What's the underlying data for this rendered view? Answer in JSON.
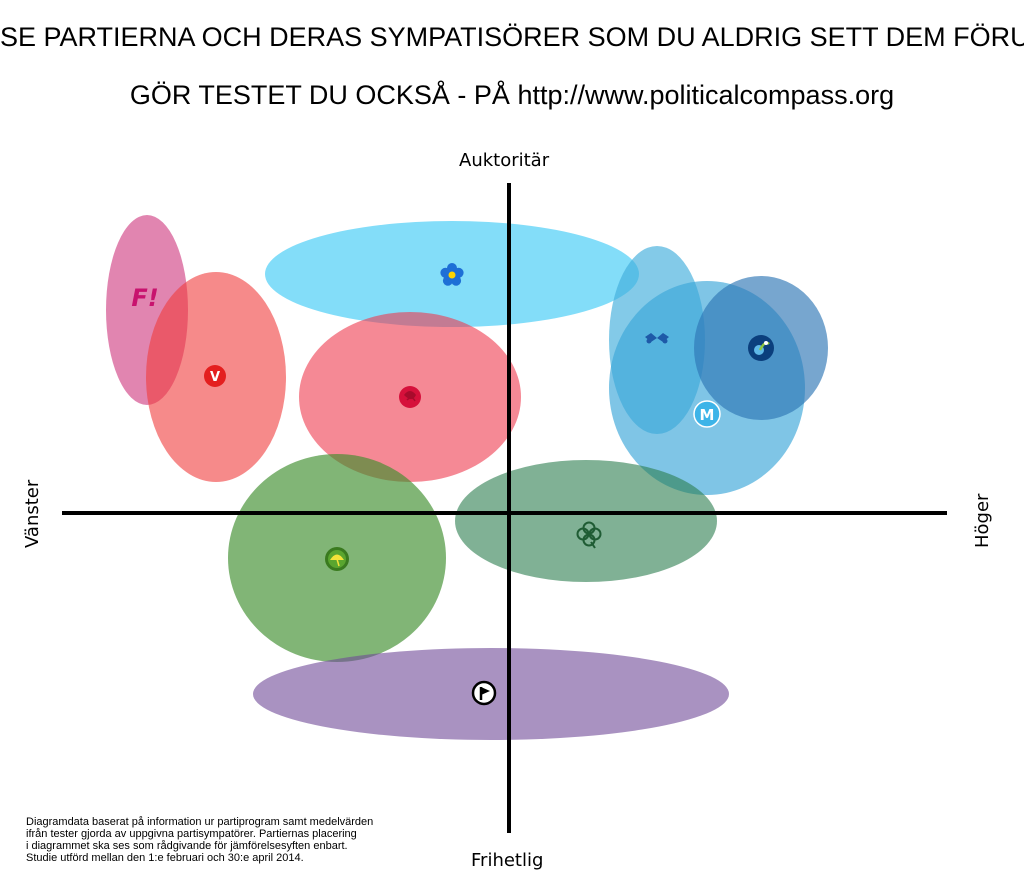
{
  "header": {
    "title": "SE PARTIERNA OCH DERAS SYMPATISÖRER SOM DU ALDRIG SETT DEM FÖRUT!",
    "subtitle": "GÖR TESTET DU OCKSÅ - PÅ http://www.politicalcompass.org"
  },
  "axes": {
    "top": "Auktoritär",
    "bottom": "Frihetlig",
    "left": "Vänster",
    "right": "Höger"
  },
  "parties": [
    {
      "id": "fi",
      "color": "#d4518f",
      "icon": "fi-logo-icon",
      "logo_text": "F!"
    },
    {
      "id": "v",
      "color": "#f03c3c",
      "icon": "v-logo-icon",
      "logo_text": "V"
    },
    {
      "id": "sd",
      "color": "#4fcff7",
      "icon": "blue-flower-icon"
    },
    {
      "id": "s",
      "color": "#ee3b4f",
      "icon": "red-rose-icon"
    },
    {
      "id": "fp",
      "color": "#41aedb",
      "icon": "blue-logo-icon"
    },
    {
      "id": "m",
      "color": "#3ba6d9",
      "icon": "m-logo-icon",
      "logo_text": "M"
    },
    {
      "id": "kd",
      "color": "#2e77b6",
      "icon": "kd-logo-icon"
    },
    {
      "id": "mp",
      "color": "#3e8d2c",
      "icon": "dandelion-icon"
    },
    {
      "id": "c",
      "color": "#2b7d4f",
      "icon": "clover-icon"
    },
    {
      "id": "pp",
      "color": "#6f4a97",
      "icon": "pirate-flag-icon"
    }
  ],
  "footnote": [
    "Diagramdata baserat på information ur partiprogram samt medelvärden",
    "ifrån tester gjorda av uppgivna partisympatörer. Partiernas placering",
    "i diagrammet ska ses som rådgivande för jämförelsesyften enbart.",
    "Studie utförd mellan den 1:e februari och 30:e april 2014."
  ]
}
